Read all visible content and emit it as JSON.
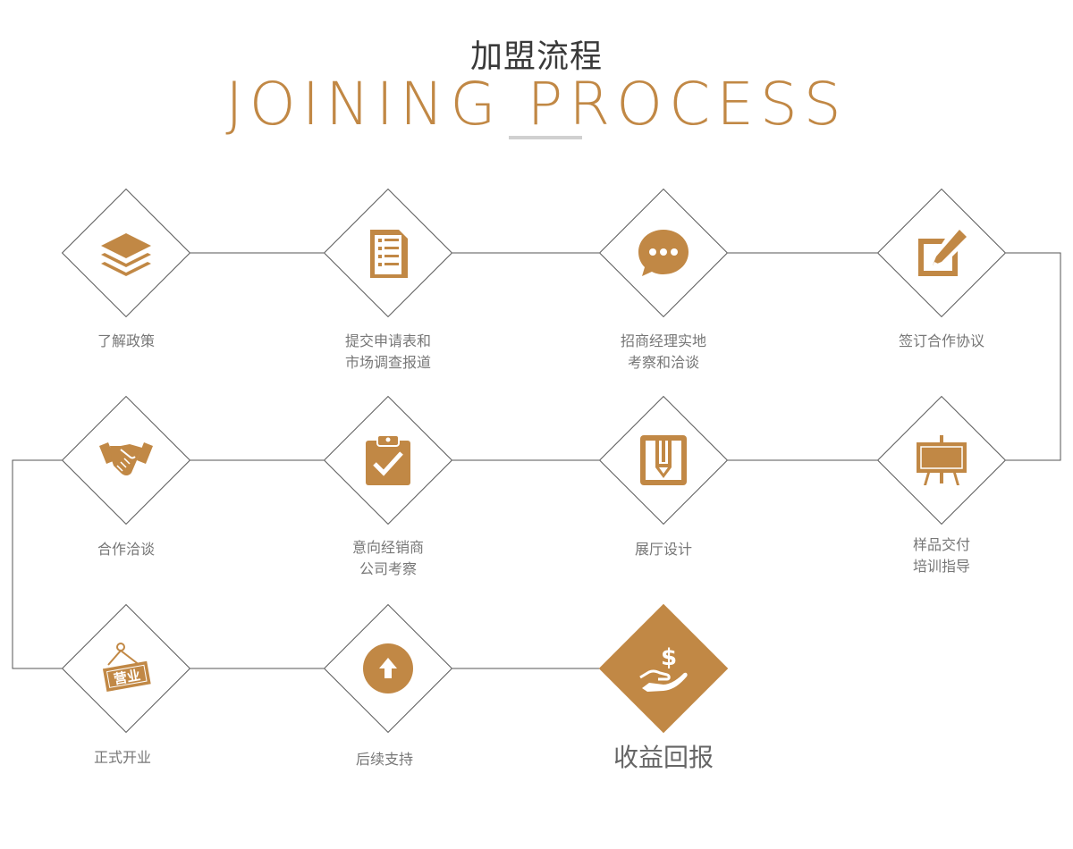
{
  "header": {
    "title_cn": "加盟流程",
    "title_en": "JOINING PROCESS"
  },
  "colors": {
    "accent": "#c18845",
    "line": "#555555",
    "text": "#777777"
  },
  "steps": [
    {
      "icon": "layers-icon",
      "lines": [
        "了解政策"
      ]
    },
    {
      "icon": "document-list-icon",
      "lines": [
        "提交申请表和",
        "市场调查报道"
      ]
    },
    {
      "icon": "chat-bubble-icon",
      "lines": [
        "招商经理实地",
        "考察和洽谈"
      ]
    },
    {
      "icon": "edit-pencil-icon",
      "lines": [
        "签订合作协议"
      ]
    },
    {
      "icon": "easel-board-icon",
      "lines": [
        "样品交付",
        "培训指导"
      ]
    },
    {
      "icon": "showroom-design-icon",
      "lines": [
        "展厅设计"
      ]
    },
    {
      "icon": "clipboard-check-icon",
      "lines": [
        "意向经销商",
        "公司考察"
      ]
    },
    {
      "icon": "handshake-icon",
      "lines": [
        "合作洽谈"
      ]
    },
    {
      "icon": "open-sign-icon",
      "lines": [
        "正式开业"
      ],
      "sign_text": "营业"
    },
    {
      "icon": "upload-arrow-icon",
      "lines": [
        "后续支持"
      ]
    },
    {
      "icon": "money-hand-icon",
      "lines": [
        "收益回报"
      ],
      "highlight": true
    }
  ]
}
